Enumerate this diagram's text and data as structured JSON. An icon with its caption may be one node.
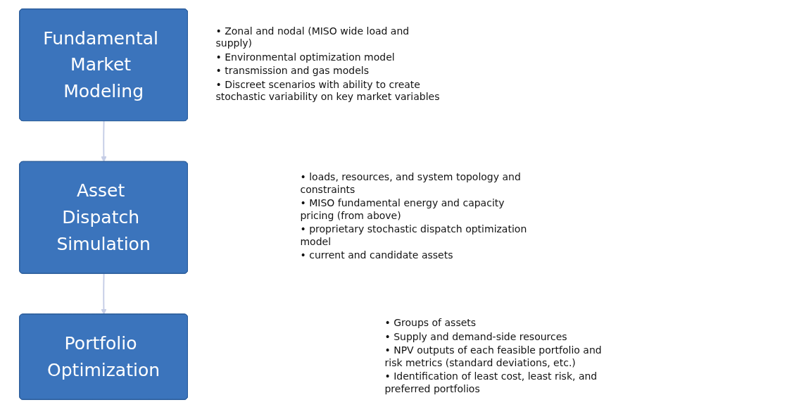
{
  "diagram": {
    "nodes": [
      {
        "text": [
          "Fundamental Market Modeling"
        ],
        "beside": [
          "• Zonal and nodal (MISO wide load and supply)",
          "• Environmental optimization model",
          "• transmission and gas models",
          "• Discreet scenarios with ability to create stochastic variability on key market variables"
        ]
      },
      {
        "text": [
          "Asset Dispatch Simulation"
        ],
        "beside": [
          "• loads, resources, and system topology and constraints",
          "• MISO fundamental energy and capacity pricing (from above)",
          "• proprietary stochastic dispatch optimization model",
          "• current and candidate assets"
        ]
      },
      {
        "text": [
          "Portfolio Optimization"
        ],
        "beside": [
          "• Groups of assets",
          "• Supply and demand-side resources",
          "• NPV outputs of each feasible portfolio and risk metrics (standard deviations, etc.)",
          "• Identification of least cost, least risk, and preferred portfolios"
        ]
      }
    ],
    "edges": [
      {
        "from": 0,
        "to": 1,
        "arrow": "to",
        "color": "#c5cde6"
      },
      {
        "from": 1,
        "to": 2,
        "arrow": "to",
        "color": "#c5cde6"
      }
    ]
  }
}
